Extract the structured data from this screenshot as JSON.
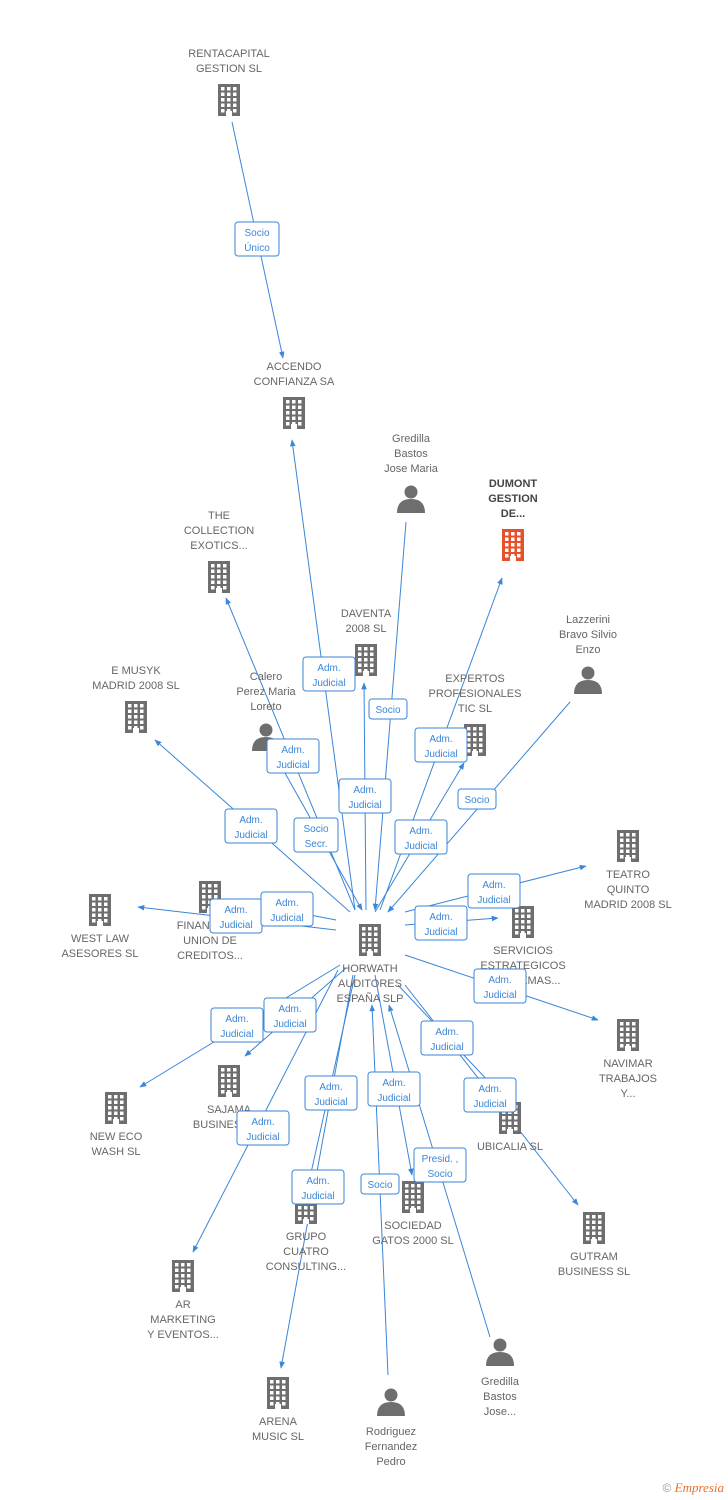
{
  "nodes": [
    {
      "id": "rentacapital",
      "type": "company",
      "label": [
        "RENTACAPITAL",
        "GESTION SL"
      ]
    },
    {
      "id": "accendo",
      "type": "company",
      "label": [
        "ACCENDO",
        "CONFIANZA SA"
      ]
    },
    {
      "id": "gredilla_jm",
      "type": "person",
      "label": [
        "Gredilla",
        "Bastos",
        "Jose Maria"
      ]
    },
    {
      "id": "dumont",
      "type": "company",
      "highlight": true,
      "label": [
        "DUMONT",
        "GESTION",
        "DE..."
      ]
    },
    {
      "id": "collection",
      "type": "company",
      "label": [
        "THE",
        "COLLECTION",
        "EXOTICS..."
      ]
    },
    {
      "id": "daventa",
      "type": "company",
      "label": [
        "DAVENTA",
        "2008 SL"
      ]
    },
    {
      "id": "lazzerini",
      "type": "person",
      "label": [
        "Lazzerini",
        "Bravo Silvio",
        "Enzo"
      ]
    },
    {
      "id": "emusyk",
      "type": "company",
      "label": [
        "E MUSYK",
        "MADRID 2008 SL"
      ]
    },
    {
      "id": "calero",
      "type": "person",
      "label": [
        "Calero",
        "Perez Maria",
        "Loreto"
      ]
    },
    {
      "id": "expertos",
      "type": "company",
      "label": [
        "EXPERTOS",
        "PROFESIONALES",
        "TIC SL"
      ]
    },
    {
      "id": "teatro",
      "type": "company",
      "label": [
        "TEATRO",
        "QUINTO",
        "MADRID 2008 SL"
      ]
    },
    {
      "id": "westlaw",
      "type": "company",
      "label": [
        "WEST LAW",
        "ASESORES SL"
      ]
    },
    {
      "id": "financiera",
      "type": "company",
      "label": [
        "FINANCIERA",
        "UNION DE",
        "CREDITOS..."
      ]
    },
    {
      "id": "horwath",
      "type": "company",
      "main": true,
      "label": [
        "HORWATH",
        "AUDITORES",
        "ESPAÑA  SLP"
      ]
    },
    {
      "id": "servicios",
      "type": "company",
      "label": [
        "SERVICIOS",
        "ESTRATEGICOS",
        "Y SISTEMAS..."
      ]
    },
    {
      "id": "navimar",
      "type": "company",
      "label": [
        "NAVIMAR",
        "TRABAJOS",
        "Y..."
      ]
    },
    {
      "id": "neweco",
      "type": "company",
      "label": [
        "NEW ECO",
        "WASH SL"
      ]
    },
    {
      "id": "sajama",
      "type": "company",
      "label": [
        "SAJAMA",
        "BUSINESS SL"
      ]
    },
    {
      "id": "ubicalia",
      "type": "company",
      "label": [
        "UBICALIA SL"
      ]
    },
    {
      "id": "grupo",
      "type": "company",
      "label": [
        "GRUPO",
        "CUATRO",
        "CONSULTING..."
      ]
    },
    {
      "id": "sociedad",
      "type": "company",
      "label": [
        "SOCIEDAD",
        "GATOS 2000 SL"
      ]
    },
    {
      "id": "gutram",
      "type": "company",
      "label": [
        "GUTRAM",
        "BUSINESS SL"
      ]
    },
    {
      "id": "ar",
      "type": "company",
      "label": [
        "AR",
        "MARKETING",
        "Y EVENTOS..."
      ]
    },
    {
      "id": "gredilla_j",
      "type": "person",
      "label": [
        "Gredilla",
        "Bastos",
        "Jose..."
      ]
    },
    {
      "id": "arena",
      "type": "company",
      "label": [
        "ARENA",
        "MUSIC SL"
      ]
    },
    {
      "id": "rodriguez",
      "type": "person",
      "label": [
        "Rodriguez",
        "Fernandez",
        "Pedro"
      ]
    }
  ],
  "edges": [
    {
      "from": "rentacapital",
      "to": "accendo",
      "label": [
        "Socio",
        "Único"
      ]
    },
    {
      "from": "horwath",
      "to": "accendo",
      "label": [
        "Adm.",
        "Judicial"
      ]
    },
    {
      "from": "gredilla_jm",
      "to": "horwath",
      "label": [
        "Socio"
      ]
    },
    {
      "from": "horwath",
      "to": "dumont",
      "label": [
        "Adm.",
        "Judicial"
      ]
    },
    {
      "from": "horwath",
      "to": "collection",
      "label": [
        "Adm.",
        "Judicial"
      ]
    },
    {
      "from": "horwath",
      "to": "daventa",
      "label": [
        "Adm.",
        "Judicial"
      ]
    },
    {
      "from": "lazzerini",
      "to": "horwath",
      "label": [
        "Socio"
      ]
    },
    {
      "from": "horwath",
      "to": "emusyk",
      "label": [
        "Adm.",
        "Judicial"
      ]
    },
    {
      "from": "calero",
      "to": "horwath",
      "label": [
        "Socio",
        "Secr."
      ]
    },
    {
      "from": "horwath",
      "to": "expertos",
      "label": [
        "Adm.",
        "Judicial"
      ]
    },
    {
      "from": "horwath",
      "to": "teatro",
      "label": [
        "Adm.",
        "Judicial"
      ]
    },
    {
      "from": "horwath",
      "to": "westlaw",
      "label": [
        "Adm.",
        "Judicial"
      ]
    },
    {
      "from": "horwath",
      "to": "financiera",
      "label": [
        "Adm.",
        "Judicial"
      ]
    },
    {
      "from": "horwath",
      "to": "servicios",
      "label": [
        "Adm.",
        "Judicial"
      ]
    },
    {
      "from": "horwath",
      "to": "navimar",
      "label": [
        "Adm.",
        "Judicial"
      ]
    },
    {
      "from": "horwath",
      "to": "neweco",
      "label": [
        "Adm.",
        "Judicial"
      ]
    },
    {
      "from": "horwath",
      "to": "sajama",
      "label": [
        "Adm.",
        "Judicial"
      ]
    },
    {
      "from": "horwath",
      "to": "ubicalia",
      "label": [
        "Adm.",
        "Judicial"
      ]
    },
    {
      "from": "horwath",
      "to": "grupo",
      "label": [
        "Adm.",
        "Judicial"
      ]
    },
    {
      "from": "horwath",
      "to": "sociedad",
      "label": [
        "Adm.",
        "Judicial"
      ]
    },
    {
      "from": "horwath",
      "to": "gutram",
      "label": [
        "Adm.",
        "Judicial"
      ]
    },
    {
      "from": "horwath",
      "to": "ar",
      "label": [
        "Adm.",
        "Judicial"
      ]
    },
    {
      "from": "gredilla_j",
      "to": "horwath",
      "label": [
        "Presid. ,",
        "Socio"
      ]
    },
    {
      "from": "horwath",
      "to": "arena",
      "label": [
        "Adm.",
        "Judicial"
      ]
    },
    {
      "from": "rodriguez",
      "to": "horwath",
      "label": [
        "Socio"
      ]
    }
  ],
  "footer": {
    "copyright": "©",
    "brand": "Empresia"
  },
  "colors": {
    "edge": "#3a86d8",
    "node": "#6e6e6e",
    "highlight": "#e8502a"
  }
}
